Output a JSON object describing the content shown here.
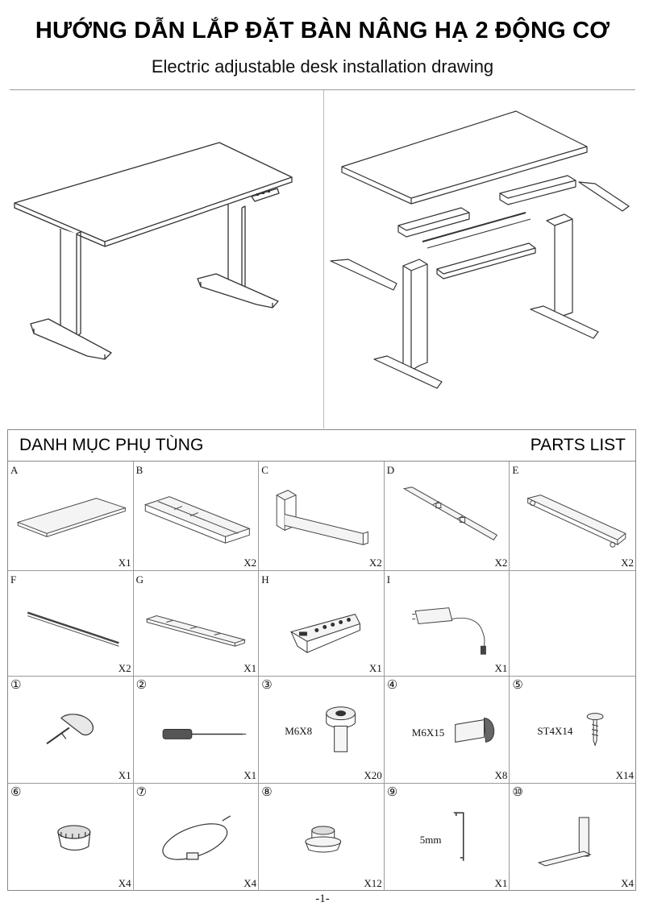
{
  "header": {
    "title": "HƯỚNG DẪN LẮP ĐẶT BÀN NÂNG HẠ 2 ĐỘNG CƠ",
    "subtitle": "Electric adjustable desk installation drawing"
  },
  "parts_list": {
    "label_vi": "DANH MỤC PHỤ TÙNG",
    "label_en": "PARTS LIST",
    "rows": [
      [
        {
          "id": "A",
          "qty": "X1",
          "spec": "",
          "icon": "desktop-panel-icon"
        },
        {
          "id": "B",
          "qty": "X2",
          "spec": "",
          "icon": "top-frame-bracket-icon"
        },
        {
          "id": "C",
          "qty": "X2",
          "spec": "",
          "icon": "leg-column-icon"
        },
        {
          "id": "D",
          "qty": "X2",
          "spec": "",
          "icon": "side-support-arm-icon"
        },
        {
          "id": "E",
          "qty": "X2",
          "spec": "",
          "icon": "foot-base-icon"
        }
      ],
      [
        {
          "id": "F",
          "qty": "X2",
          "spec": "",
          "icon": "hex-shaft-rod-icon"
        },
        {
          "id": "G",
          "qty": "X1",
          "spec": "",
          "icon": "cross-beam-icon"
        },
        {
          "id": "H",
          "qty": "X1",
          "spec": "",
          "icon": "control-panel-icon"
        },
        {
          "id": "I",
          "qty": "X1",
          "spec": "",
          "icon": "power-adapter-icon"
        },
        {
          "id": "",
          "qty": "",
          "spec": "",
          "icon": "empty-slot"
        }
      ],
      [
        {
          "id": "①",
          "qty": "X1",
          "spec": "",
          "icon": "allen-key-handle-icon"
        },
        {
          "id": "②",
          "qty": "X1",
          "spec": "",
          "icon": "screwdriver-icon"
        },
        {
          "id": "③",
          "qty": "X20",
          "spec": "M6X8",
          "icon": "bolt-m6x8-icon"
        },
        {
          "id": "④",
          "qty": "X8",
          "spec": "M6X15",
          "icon": "bolt-m6x15-icon"
        },
        {
          "id": "⑤",
          "qty": "X14",
          "spec": "ST4X14",
          "icon": "self-tapping-screw-icon"
        }
      ],
      [
        {
          "id": "⑥",
          "qty": "X4",
          "spec": "",
          "icon": "adjustable-foot-pad-icon"
        },
        {
          "id": "⑦",
          "qty": "X4",
          "spec": "",
          "icon": "cable-tie-icon"
        },
        {
          "id": "⑧",
          "qty": "X12",
          "spec": "",
          "icon": "rubber-grommet-icon"
        },
        {
          "id": "⑨",
          "qty": "X1",
          "spec": "5mm",
          "icon": "hex-key-5mm-icon"
        },
        {
          "id": "⑩",
          "qty": "X4",
          "spec": "",
          "icon": "mounting-bracket-icon"
        }
      ]
    ]
  },
  "footer": {
    "page_number": "-1-"
  }
}
